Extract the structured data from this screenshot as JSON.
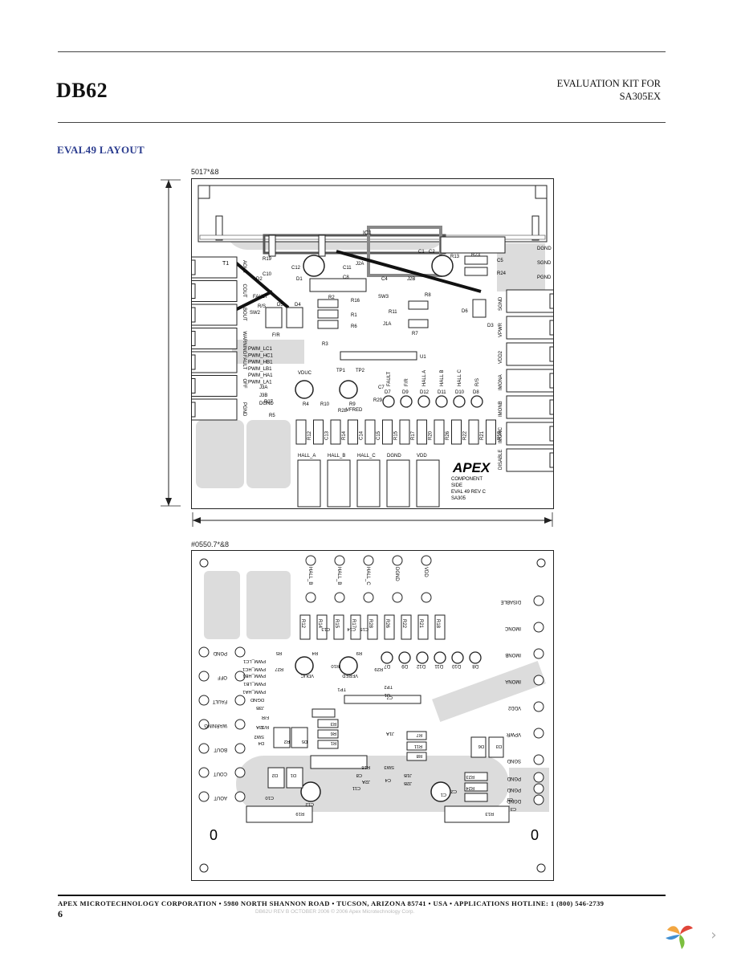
{
  "header": {
    "doc_code": "DB62",
    "kit_line1": "EVALUATION KIT FOR",
    "kit_line2": "SA305EX"
  },
  "section_title": "EVAL49 LAYOUT",
  "dimensions": {
    "top_board": "5017*&8",
    "bottom_board": "#0550.7*&8"
  },
  "top_board_labels": {
    "ic": "IC1",
    "left_connectors": [
      "AOUT",
      "COUT",
      "BOUT",
      "WARNING",
      "FAULT",
      "OFF",
      "PGND"
    ],
    "right_connectors": [
      "DGND",
      "SGND",
      "PGND",
      "SGND",
      "VPWR",
      "VDD2",
      "IMONA",
      "IMONB",
      "IMONC",
      "DISABLE"
    ],
    "pwm": [
      "PWM_LC1",
      "PWM_HC1",
      "PWM_HB1",
      "PWM_LB1",
      "PWM_HA1",
      "PWM_LA1"
    ],
    "leds": [
      "D7",
      "D9",
      "D12",
      "D11",
      "D10",
      "D8"
    ],
    "led_names": [
      "FAULT",
      "F/R",
      "HALL A",
      "HALL B",
      "HALL C",
      "R/S"
    ],
    "resistors_row": [
      "R12",
      "C13",
      "R14",
      "C14",
      "C15",
      "R15",
      "R17",
      "R20",
      "R26",
      "R22",
      "R21",
      "R18"
    ],
    "bottom_headers": [
      "HALL_A",
      "HALL_B",
      "HALL_C",
      "DGND",
      "VDD"
    ],
    "misc": [
      "R19",
      "C10",
      "C12",
      "D2",
      "D1",
      "C8",
      "R16",
      "R2",
      "R1",
      "R6",
      "R3",
      "R8",
      "R11",
      "R7",
      "J1A",
      "D6",
      "D3",
      "R13",
      "C2",
      "C1",
      "R23",
      "R24",
      "C5",
      "C4",
      "SW3",
      "J2B",
      "J2A",
      "C11",
      "D4",
      "D5",
      "SW2",
      "R/S",
      "F/R",
      "U1",
      "VDUC",
      "TP1",
      "TP2",
      "R4",
      "R9",
      "R10",
      "R28",
      "R27",
      "R29",
      "VFRED",
      "C7",
      "J3A",
      "J3B",
      "DGND",
      "R5",
      "T1"
    ],
    "brand": "APEX",
    "component_side": [
      "COMPONENT",
      "SIDE",
      "EVAL 49 REV C",
      "SA305"
    ]
  },
  "bottom_board_labels": {
    "top_headers": [
      "HALL_B",
      "HALL_B",
      "HALL_C",
      "DGND",
      "VDD"
    ],
    "left": [
      "PGND",
      "OFF",
      "FAULT",
      "WARNING",
      "BOUT",
      "COUT",
      "AOUT"
    ],
    "right": [
      "DISABLE",
      "IMONC",
      "IMONB",
      "IMONA",
      "VDD2",
      "VPWR",
      "SGND",
      "PGND",
      "PGND",
      "DGND"
    ],
    "row": [
      "R12",
      "R14",
      "R15",
      "R17",
      "R28",
      "R26",
      "R22",
      "R21",
      "R18"
    ],
    "leds": [
      "D7",
      "D9",
      "D12",
      "D11",
      "D10",
      "D8"
    ],
    "misc": [
      "R5",
      "R27",
      "R4",
      "R10",
      "R9",
      "R29",
      "VDUC",
      "VFRED",
      "TP1",
      "TP2",
      "C7",
      "U1",
      "R3",
      "R6",
      "R1",
      "R2",
      "D5",
      "D4",
      "SW2",
      "R/S",
      "F/R",
      "J3A",
      "J3B",
      "DGND",
      "PWM_HA1",
      "PWM_LB1",
      "PWM_HB1",
      "PWM_HC1",
      "PWM_LC1",
      "R7",
      "R11",
      "R8",
      "J1A",
      "D6",
      "D3",
      "SW3",
      "C4",
      "J1B",
      "J2B",
      "R16",
      "C8",
      "C11",
      "J2A",
      "D2",
      "D1",
      "C12",
      "C10",
      "R19",
      "R13",
      "C2",
      "C1",
      "R23",
      "R24",
      "C5",
      "C3",
      "C13",
      "C14",
      "C15"
    ],
    "corner_marks": [
      "0",
      "0"
    ]
  },
  "footer": {
    "company_line": "APEX MICROTECHNOLOGY CORPORATION • 5980 NORTH SHANNON ROAD • TUCSON, ARIZONA 85741 • USA • APPLICATIONS HOTLINE: 1 (800) 546-2739",
    "page": "6",
    "faint_line": "DB62U REV B OCTOBER 2006 © 2006 Apex Microtechnology Corp."
  },
  "viewer": {
    "next_icon": "chevron-right-icon",
    "logo_icon": "viewer-logo-icon"
  }
}
